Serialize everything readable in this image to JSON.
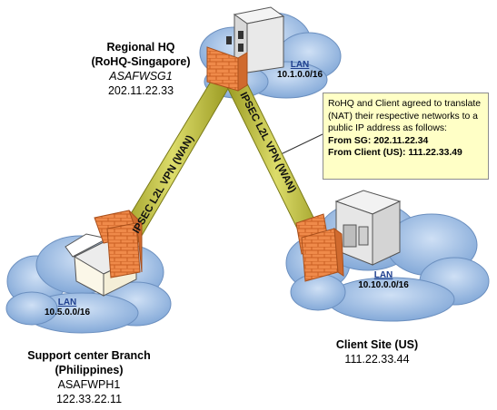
{
  "sites": {
    "hq": {
      "name": "Regional HQ",
      "alias": "(RoHQ-Singapore)",
      "device": "ASAFWSG1",
      "ip": "202.11.22.33",
      "lan_label": "LAN",
      "lan_subnet": "10.1.0.0/16"
    },
    "branch": {
      "name": "Support center Branch",
      "alias": "(Philippines)",
      "device": "ASAFWPH1",
      "ip": "122.33.22.11",
      "lan_label": "LAN",
      "lan_subnet": "10.5.0.0/16"
    },
    "client": {
      "name": "Client Site (US)",
      "ip": "111.22.33.44",
      "lan_label": "LAN",
      "lan_subnet": "10.10.0.0/16"
    }
  },
  "tunnels": {
    "left": "IPSEC L2L VPN (WAN)",
    "right": "IPSEC L2L VPN (WAN)"
  },
  "note": {
    "line1": "RoHQ and Client agreed to translate",
    "line2": "(NAT) their respective networks to a",
    "line3": "public IP address as follows:",
    "line4": "From SG: 202.11.22.34",
    "line5": "From Client (US): 111.22.33.49"
  },
  "colors": {
    "cloud": "#8fb2de",
    "tunnel": "#c8c845",
    "firewall": "#ef8a4a",
    "note_bg": "#ffffc6"
  }
}
